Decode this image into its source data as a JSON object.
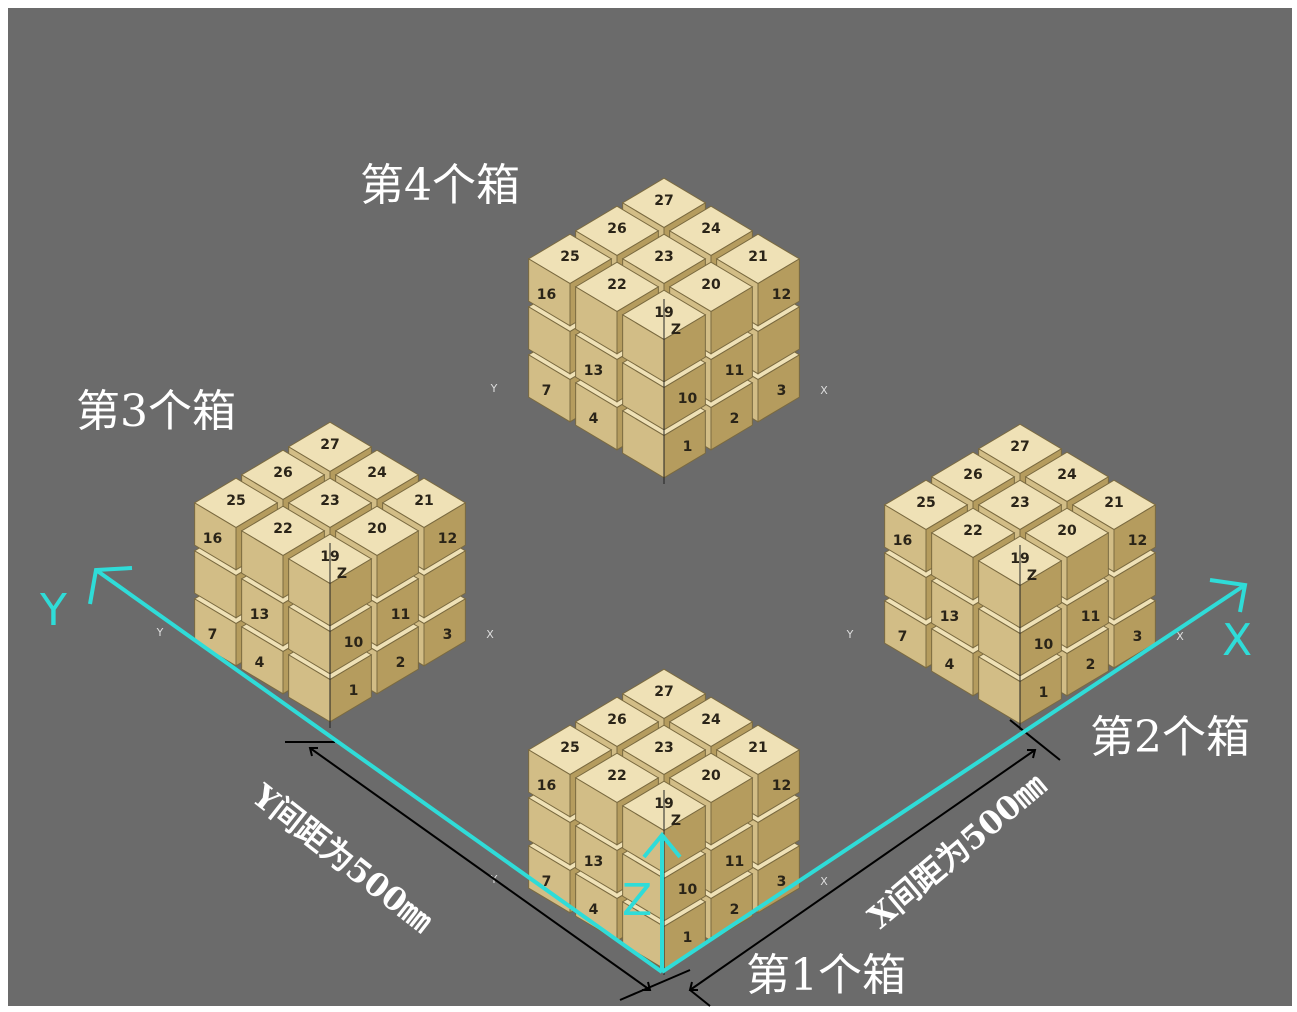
{
  "colors": {
    "background": "#6b6b6b",
    "cyan_axis": "#2fdcd8",
    "box_top": "#efe1b6",
    "box_left": "#d2bd86",
    "box_right": "#b59c5e",
    "dim_line": "#000000"
  },
  "labels": {
    "box1": "第1个箱",
    "box2": "第2个箱",
    "box3": "第3个箱",
    "box4": "第4个箱",
    "axis_x": "X",
    "axis_y": "Y",
    "axis_z": "Z",
    "dim_x": "X间距为500㎜",
    "dim_y": "Y间距为500㎜"
  },
  "cube_labels": {
    "top": [
      "27",
      "26",
      "24",
      "25",
      "23",
      "21",
      "22",
      "20",
      "19"
    ],
    "left_face": [
      "16",
      "13",
      "7",
      "4"
    ],
    "right_face": [
      "12",
      "11",
      "3",
      "2"
    ],
    "front_column": [
      "10",
      "1"
    ],
    "local_axes": [
      "Z",
      "X",
      "Y"
    ]
  }
}
